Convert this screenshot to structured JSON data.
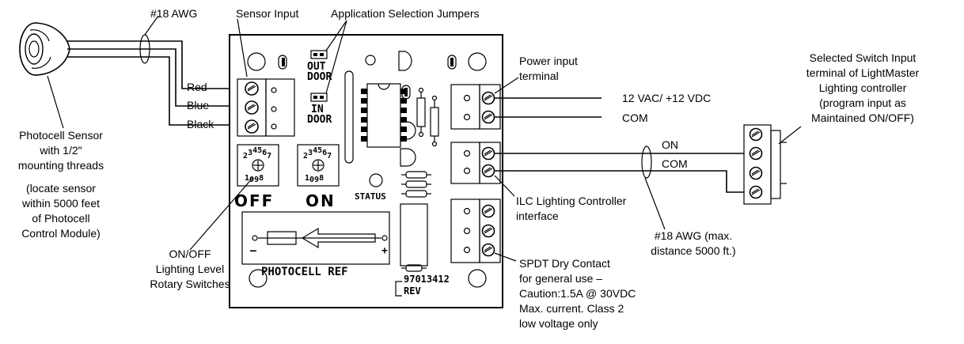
{
  "labels": {
    "awg_top": "#18 AWG",
    "sensor_input": "Sensor Input",
    "app_jumpers": "Application Selection Jumpers",
    "wire_red": "Red",
    "wire_blue": "Blue",
    "wire_black": "Black",
    "photocell_sensor": [
      "Photocell Sensor",
      "with 1/2″",
      "mounting threads",
      "(locate sensor",
      "within 5000 feet",
      "of Photocell",
      "Control Module)"
    ],
    "rotary_switches": [
      "ON/OFF",
      "Lighting Level",
      "Rotary Switches"
    ],
    "power_input": [
      "Power input",
      "terminal"
    ],
    "v12": "12 VAC/ +12 VDC",
    "com_power": "COM",
    "on_wire": "ON",
    "com_wire": "COM",
    "selected_switch": [
      "Selected Switch Input",
      "terminal of LightMaster",
      "Lighting controller",
      "(program input as",
      "Maintained ON/OFF)"
    ],
    "ilc": [
      "ILC Lighting Controller",
      "interface"
    ],
    "awg_max": [
      "#18 AWG (max.",
      "distance 5000 ft.)"
    ],
    "spdt": [
      "SPDT Dry Contact",
      "for general use –",
      "Caution:1.5A @ 30VDC",
      "Max. current. Class 2",
      "low voltage only"
    ]
  },
  "board": {
    "jumper_out": "OUT",
    "jumper_out_door": "DOOR",
    "jumper_in": "IN",
    "jumper_in_door": "DOOR",
    "off_label": "OFF",
    "on_label": "ON",
    "status_label": "STATUS",
    "photocell_ref": "PHOTOCELL REF",
    "minus": "–",
    "plus": "+",
    "part_number": "97013412",
    "rev": "REV",
    "dial_digits": "234567890"
  }
}
